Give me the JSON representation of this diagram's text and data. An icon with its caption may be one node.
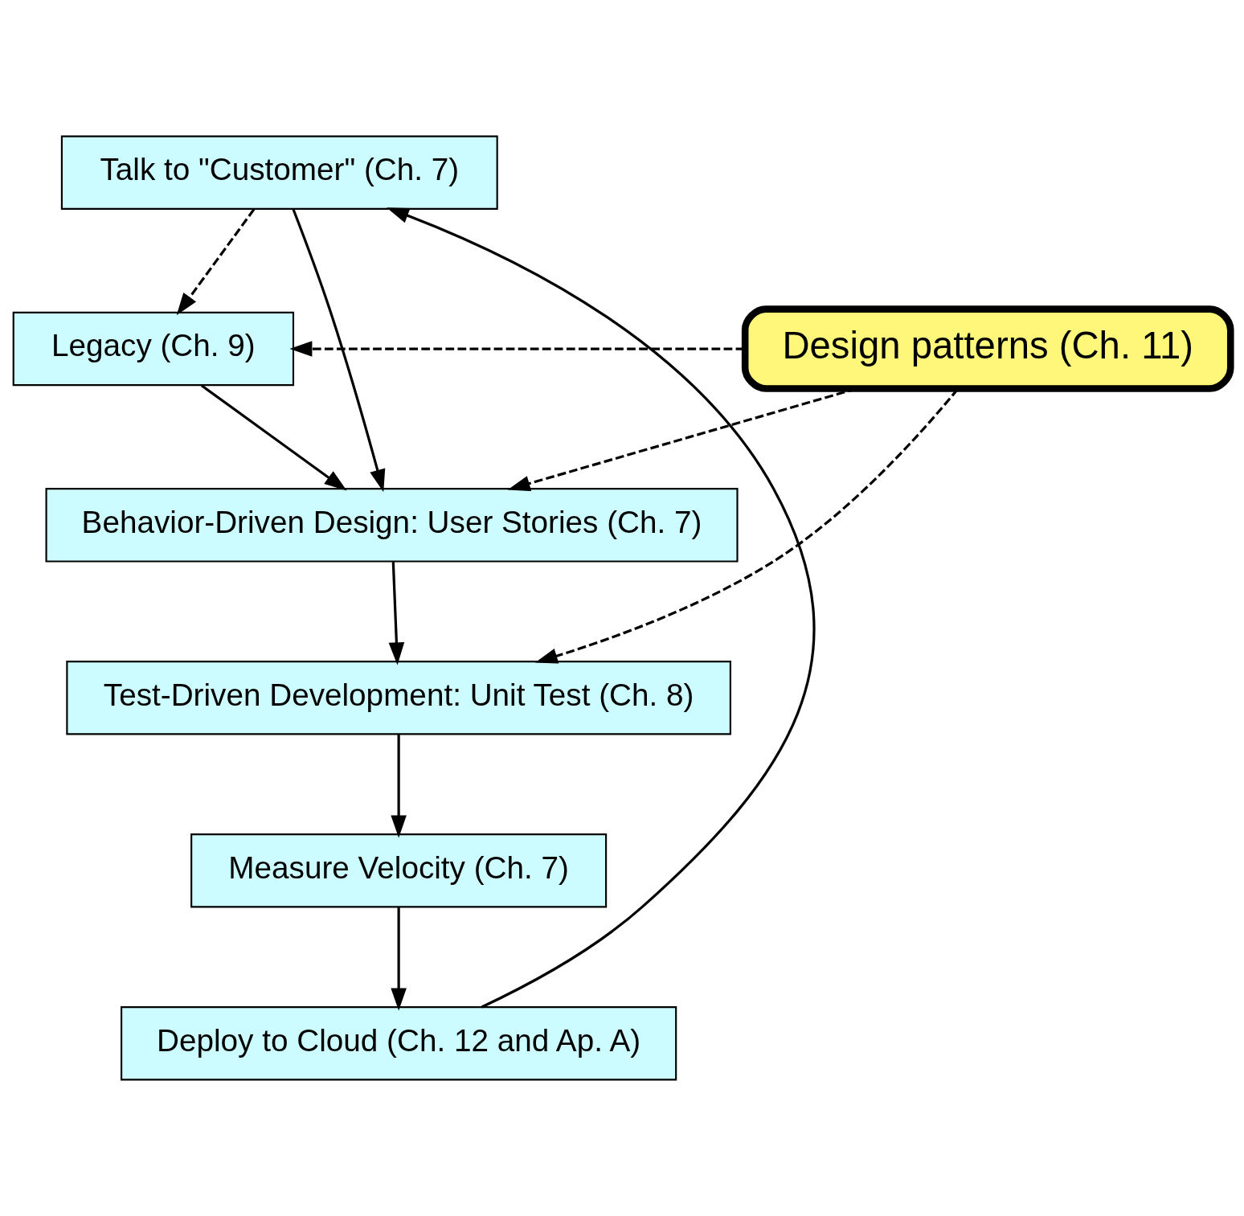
{
  "diagram": {
    "nodes": [
      {
        "text": [
          "Talk to \"Customer\" (Ch. 7)"
        ]
      },
      {
        "text": [
          "Legacy (Ch. 9)"
        ]
      },
      {
        "text": [
          "Design patterns (Ch. 11)"
        ]
      },
      {
        "text": [
          "Behavior-Driven Design: User Stories (Ch. 7)"
        ]
      },
      {
        "text": [
          "Test-Driven Development: Unit Test (Ch. 8)"
        ]
      },
      {
        "text": [
          "Measure Velocity (Ch. 7)"
        ]
      },
      {
        "text": [
          "Deploy to Cloud (Ch. 12 and Ap. A)"
        ]
      }
    ],
    "edges": [
      {
        "from": 0,
        "to": 1,
        "arrow": "to",
        "style": "dashed"
      },
      {
        "from": 0,
        "to": 3,
        "arrow": "to"
      },
      {
        "from": 1,
        "to": 3,
        "arrow": "to"
      },
      {
        "from": 2,
        "to": 1,
        "arrow": "to",
        "style": "dashed"
      },
      {
        "from": 2,
        "to": 3,
        "arrow": "to",
        "style": "dashed"
      },
      {
        "from": 2,
        "to": 4,
        "arrow": "to",
        "style": "dashed"
      },
      {
        "from": 3,
        "to": 4,
        "arrow": "to"
      },
      {
        "from": 4,
        "to": 5,
        "arrow": "to"
      },
      {
        "from": 5,
        "to": 6,
        "arrow": "to"
      },
      {
        "from": 6,
        "to": 0,
        "arrow": "to"
      }
    ]
  }
}
